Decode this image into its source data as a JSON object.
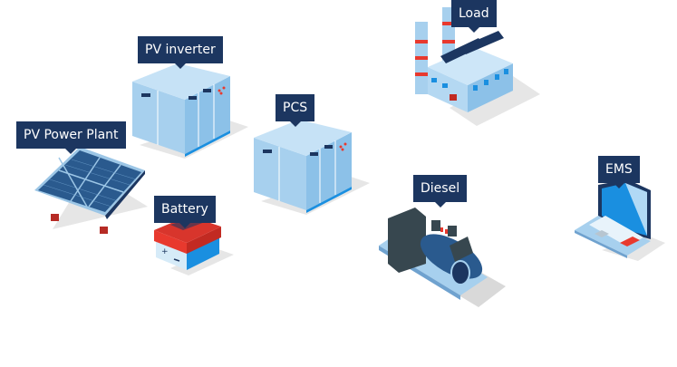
{
  "diagram": {
    "title": "",
    "nodes": [
      {
        "id": "pv-power-plant",
        "label": "PV Power Plant",
        "icon": "solar-panel-icon"
      },
      {
        "id": "pv-inverter",
        "label": "PV inverter",
        "icon": "inverter-cabinet-icon"
      },
      {
        "id": "battery",
        "label": "Battery",
        "icon": "battery-icon"
      },
      {
        "id": "pcs",
        "label": "PCS",
        "icon": "pcs-cabinet-icon"
      },
      {
        "id": "load",
        "label": "Load",
        "icon": "factory-icon"
      },
      {
        "id": "diesel",
        "label": "Diesel",
        "icon": "diesel-generator-icon"
      },
      {
        "id": "ems",
        "label": "EMS",
        "icon": "laptop-icon"
      }
    ],
    "colors": {
      "label_bg": "#1c3660",
      "label_text": "#ffffff",
      "equipment_blue": "#8fc3e8",
      "accent_red": "#e8392e",
      "shadow": "#d9d9d9"
    }
  }
}
